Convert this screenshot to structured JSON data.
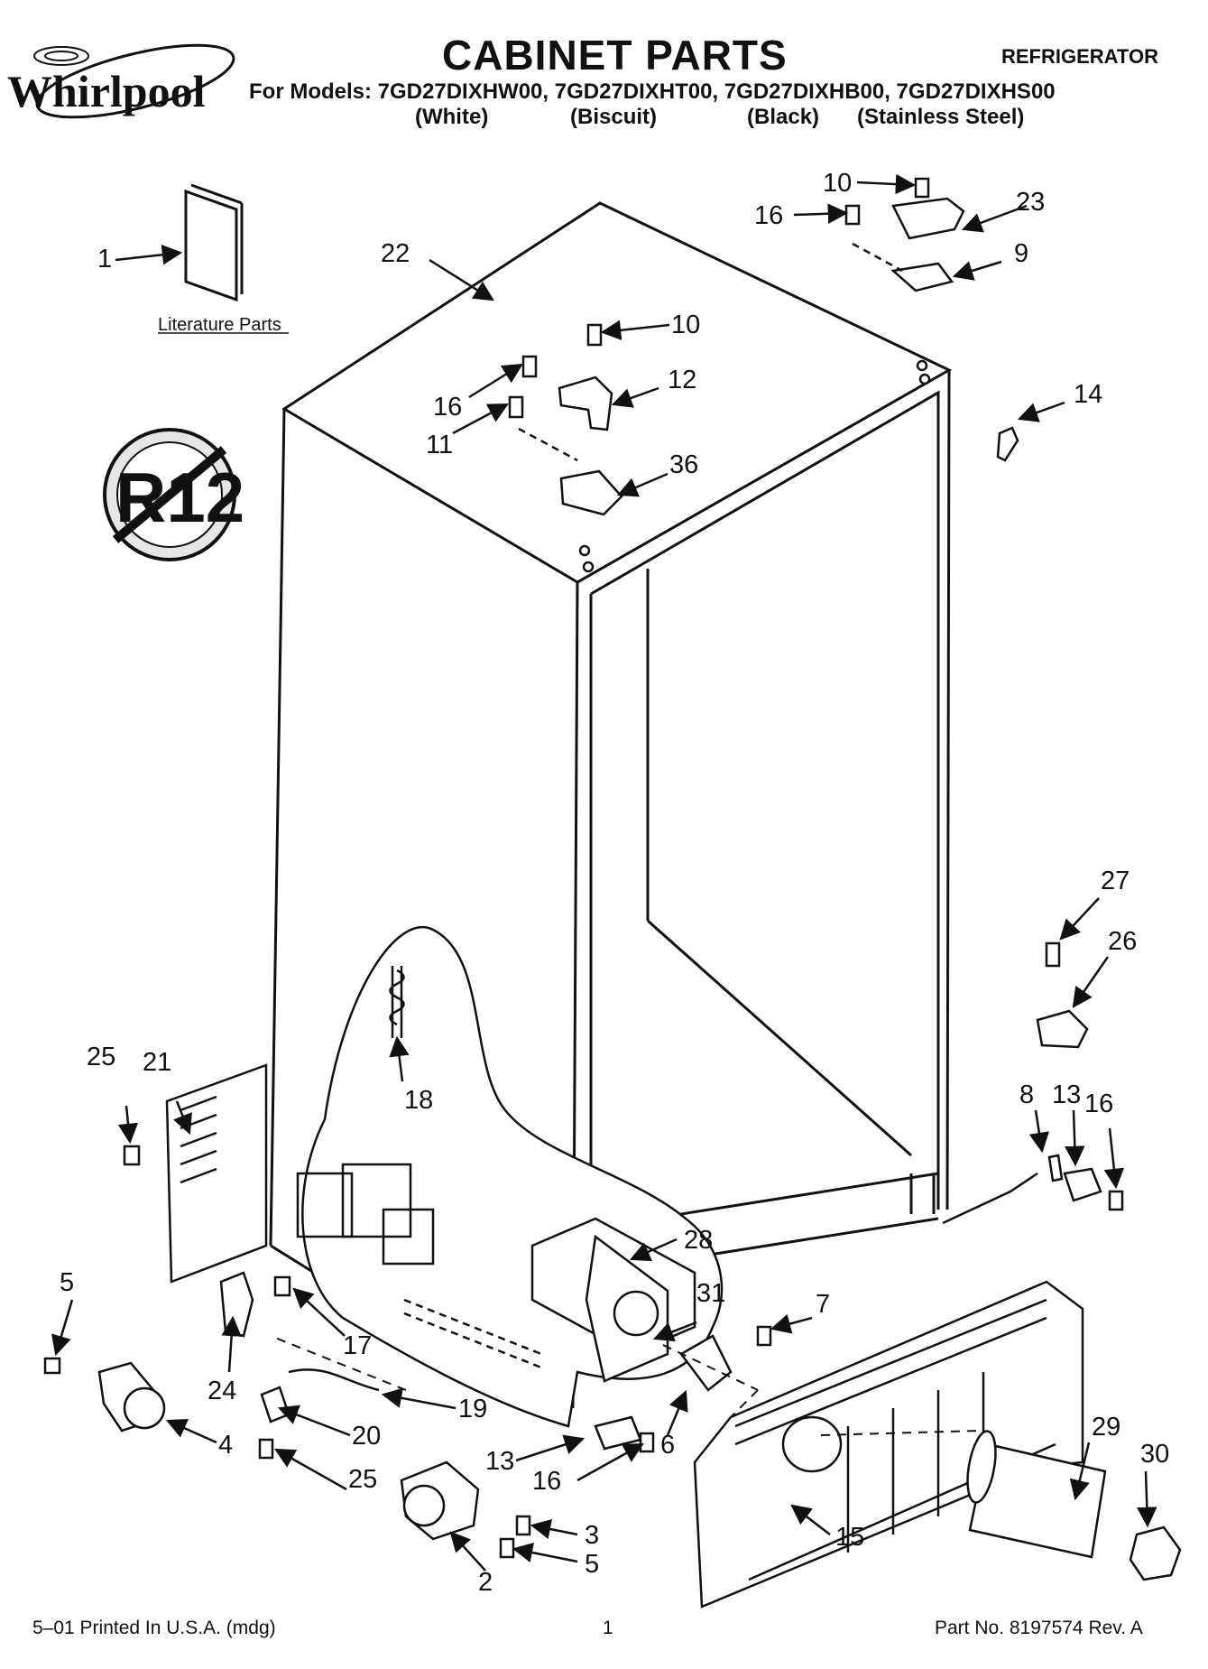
{
  "header": {
    "brand": "Whirlpool",
    "title": "CABINET PARTS",
    "category": "REFRIGERATOR",
    "models_line": "For Models: 7GD27DIXHW00, 7GD27DIXHT00, 7GD27DIXHB00, 7GD27DIXHS00",
    "variants": [
      "(White)",
      "(Biscuit)",
      "(Black)",
      "(Stainless Steel)"
    ]
  },
  "diagram": {
    "literature_caption": "Literature Parts",
    "r12_symbol": "R12",
    "callouts": [
      "1",
      "22",
      "10",
      "16",
      "23",
      "9",
      "10",
      "16",
      "12",
      "11",
      "36",
      "14",
      "27",
      "26",
      "25",
      "21",
      "18",
      "8",
      "13",
      "16",
      "28",
      "5",
      "31",
      "7",
      "17",
      "24",
      "19",
      "20",
      "29",
      "30",
      "4",
      "13",
      "6",
      "25",
      "16",
      "3",
      "5",
      "15",
      "2"
    ]
  },
  "footer": {
    "left": "5–01 Printed In U.S.A. (mdg)",
    "center": "1",
    "right": "Part No. 8197574 Rev. A"
  }
}
